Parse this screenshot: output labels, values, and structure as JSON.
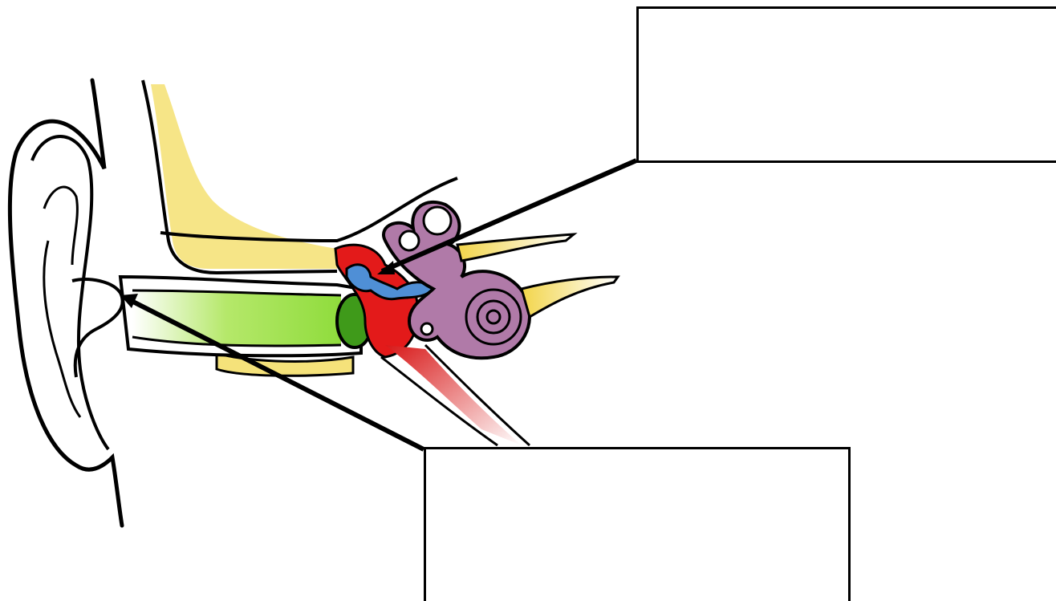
{
  "diagram": {
    "labels": [
      {
        "id": "label-top",
        "text": ""
      },
      {
        "id": "label-bottom",
        "text": ""
      }
    ],
    "parts": [
      {
        "name": "outer-ear",
        "color": "#ffffff"
      },
      {
        "name": "temporal-bone",
        "color": "#f5e27a"
      },
      {
        "name": "ear-canal",
        "color": "#8fdc3c"
      },
      {
        "name": "eardrum",
        "color": "#3f9a1a"
      },
      {
        "name": "middle-ear",
        "color": "#e31a1a"
      },
      {
        "name": "ossicles",
        "color": "#4f8fd6"
      },
      {
        "name": "inner-ear",
        "color": "#b07aa8"
      },
      {
        "name": "auditory-tube",
        "color": "#e31a1a"
      },
      {
        "name": "auditory-nerve",
        "color": "#f5e27a"
      }
    ]
  }
}
